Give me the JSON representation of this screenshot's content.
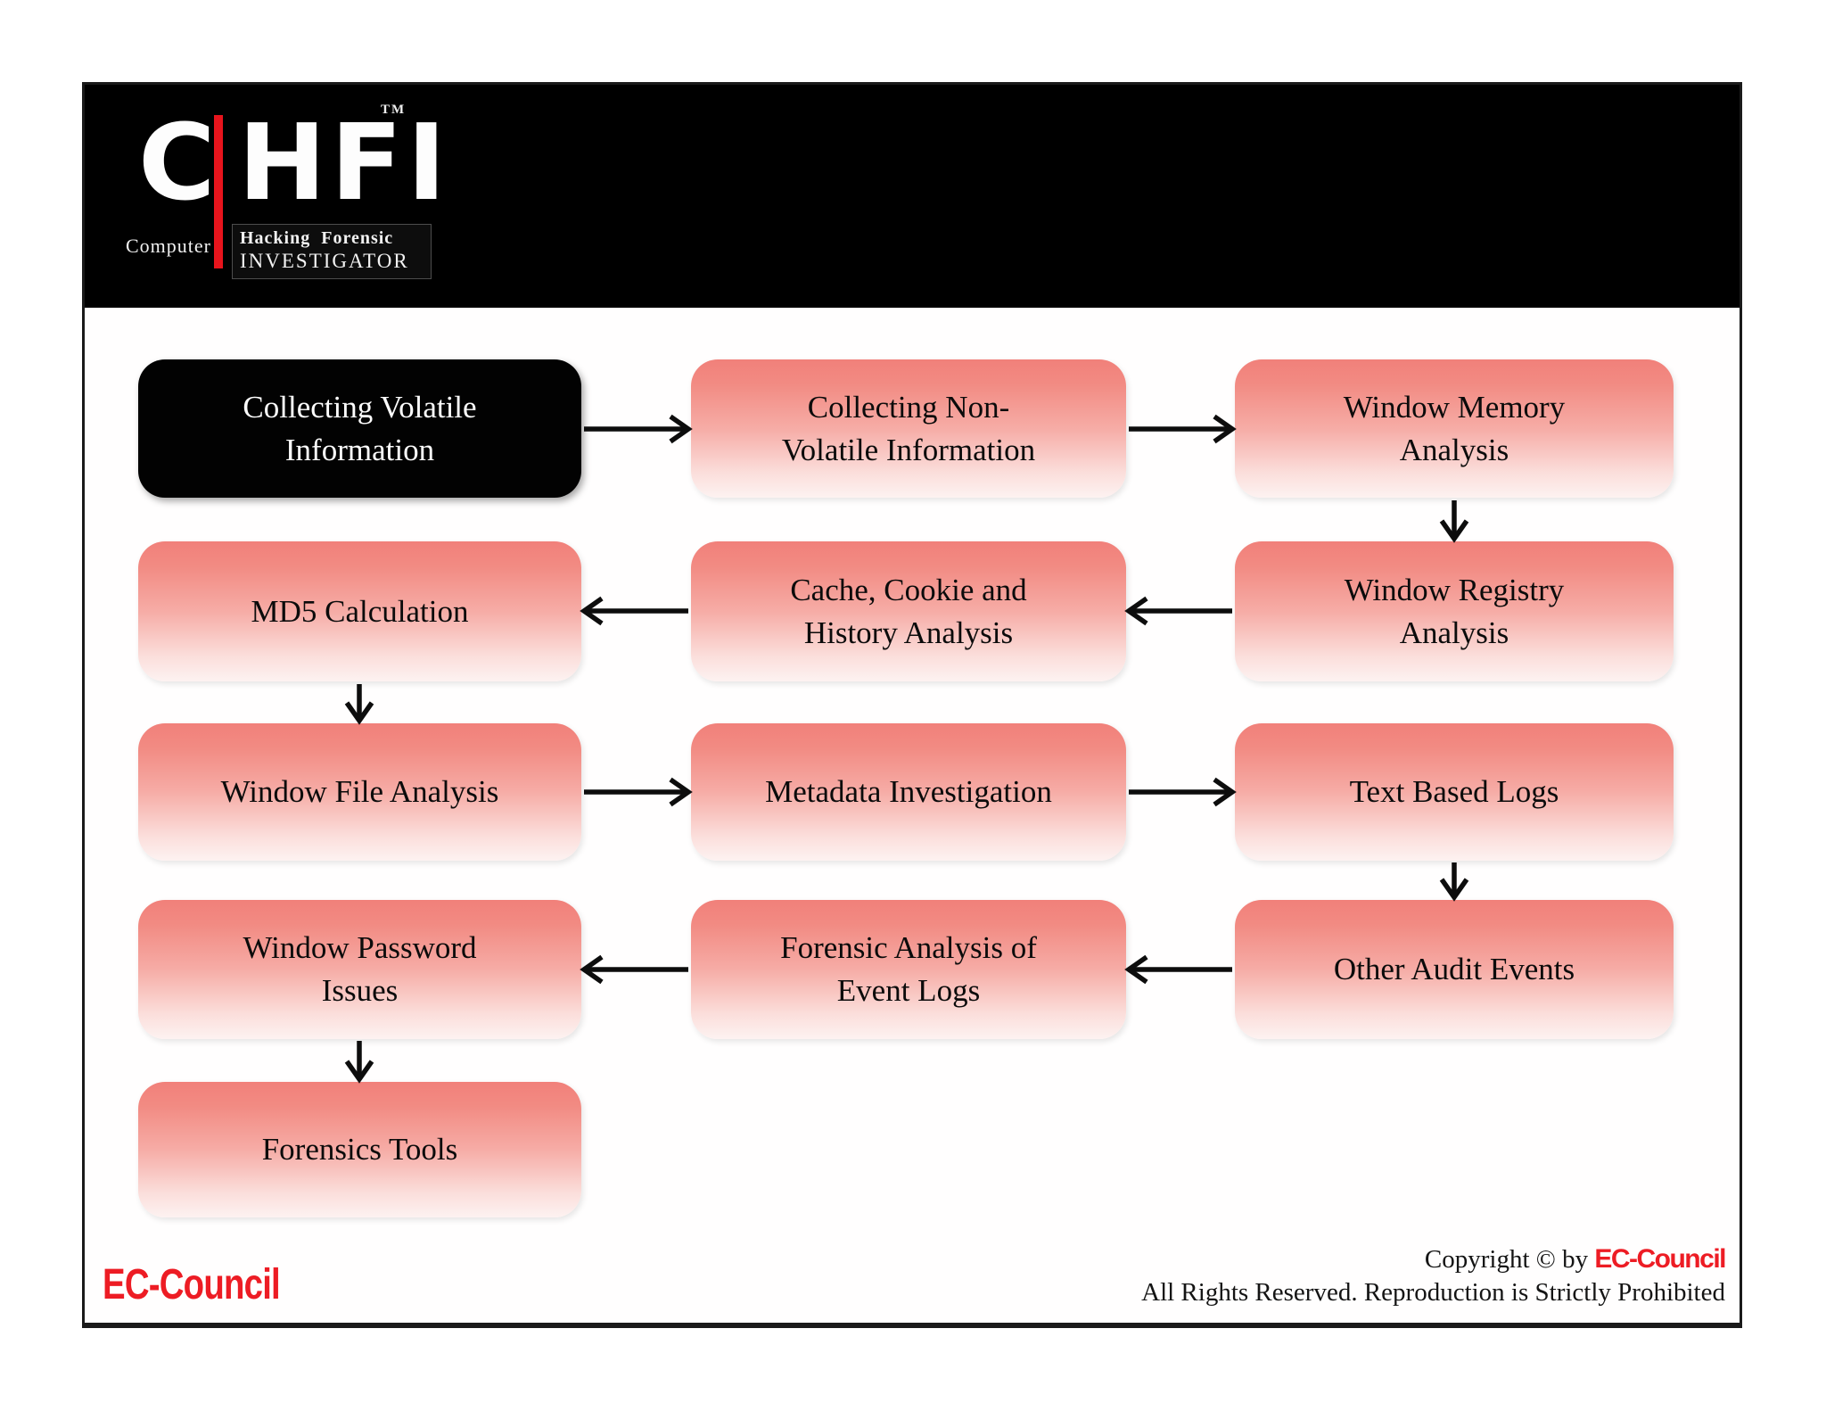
{
  "header": {
    "logo": {
      "c": "C",
      "hfi": "HFI",
      "tm": "TM",
      "computer": "Computer",
      "hacking_forensic": "Hacking Forensic",
      "investigator": "INVESTIGATOR"
    }
  },
  "flowchart": {
    "nodes": [
      {
        "label": "Collecting Volatile Information",
        "lines": [
          "Collecting Volatile",
          "Information"
        ],
        "variant": "black"
      },
      {
        "label": "Collecting Non-Volatile Information",
        "lines": [
          "Collecting  Non-",
          "Volatile Information"
        ],
        "variant": "pink"
      },
      {
        "label": "Window Memory Analysis",
        "lines": [
          "Window Memory",
          "Analysis"
        ],
        "variant": "pink"
      },
      {
        "label": "MD5 Calculation",
        "lines": [
          "MD5 Calculation"
        ],
        "variant": "pink"
      },
      {
        "label": "Cache, Cookie and History Analysis",
        "lines": [
          "Cache, Cookie and",
          "History  Analysis"
        ],
        "variant": "pink"
      },
      {
        "label": "Window Registry Analysis",
        "lines": [
          "Window Registry",
          "Analysis"
        ],
        "variant": "pink"
      },
      {
        "label": "Window File Analysis",
        "lines": [
          "Window File Analysis"
        ],
        "variant": "pink"
      },
      {
        "label": "Metadata Investigation",
        "lines": [
          "Metadata Investigation"
        ],
        "variant": "pink"
      },
      {
        "label": "Text Based Logs",
        "lines": [
          "Text Based Logs"
        ],
        "variant": "pink"
      },
      {
        "label": "Window Password Issues",
        "lines": [
          "Window Password",
          "Issues"
        ],
        "variant": "pink"
      },
      {
        "label": "Forensic Analysis of Event Logs",
        "lines": [
          "Forensic Analysis of",
          "Event Logs"
        ],
        "variant": "pink"
      },
      {
        "label": "Other Audit Events",
        "lines": [
          "Other Audit Events"
        ],
        "variant": "pink"
      },
      {
        "label": "Forensics Tools",
        "lines": [
          "Forensics Tools"
        ],
        "variant": "pink"
      }
    ],
    "edges": [
      [
        "Collecting Volatile Information",
        "Collecting Non-Volatile Information"
      ],
      [
        "Collecting Non-Volatile Information",
        "Window Memory Analysis"
      ],
      [
        "Window Memory Analysis",
        "Window Registry Analysis"
      ],
      [
        "Window Registry Analysis",
        "Cache, Cookie and History Analysis"
      ],
      [
        "Cache, Cookie and History Analysis",
        "MD5 Calculation"
      ],
      [
        "MD5 Calculation",
        "Window File Analysis"
      ],
      [
        "Window File Analysis",
        "Metadata Investigation"
      ],
      [
        "Metadata Investigation",
        "Text Based Logs"
      ],
      [
        "Text Based Logs",
        "Other Audit Events"
      ],
      [
        "Other Audit Events",
        "Forensic Analysis of Event Logs"
      ],
      [
        "Forensic Analysis of Event Logs",
        "Window Password Issues"
      ],
      [
        "Window Password Issues",
        "Forensics Tools"
      ]
    ]
  },
  "footer": {
    "brand": "EC-Council",
    "copyright_prefix": "Copyright © by ",
    "copyright_brand": "EC-Council",
    "rights": "All Rights Reserved. Reproduction is Strictly Prohibited"
  },
  "colors": {
    "accent_red": "#ed1c24",
    "logo_bar_red": "#e8141c",
    "node_gradient_top": "#f1807a",
    "node_gradient_bottom": "#fdf2f1",
    "black_node": "#020202",
    "arrow": "#0d0d0d"
  }
}
